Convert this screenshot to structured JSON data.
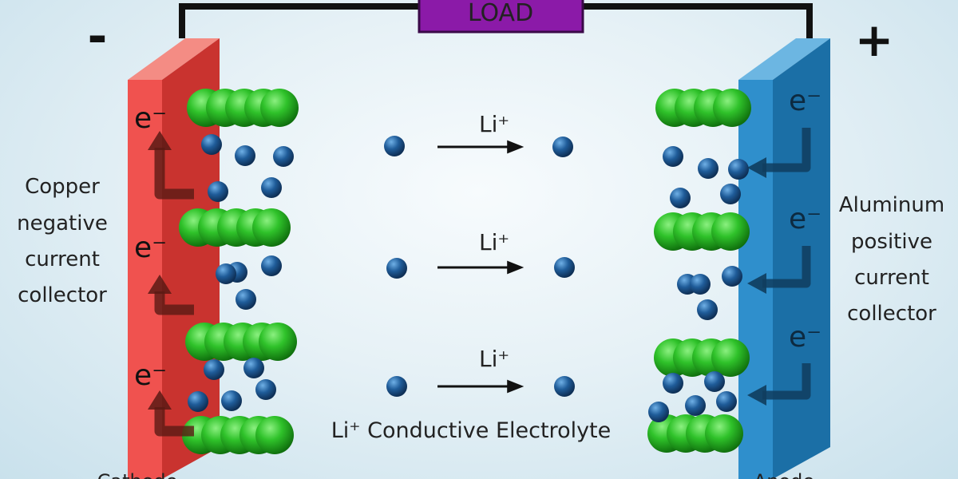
{
  "load_label": "LOAD",
  "terminals": {
    "negative": "-",
    "positive": "+"
  },
  "labels": {
    "copper": [
      "Copper",
      "negative",
      "current",
      "collector"
    ],
    "aluminum": [
      "Aluminum",
      "positive",
      "current",
      "collector"
    ],
    "electrolyte": "Li⁺ Conductive Electrolyte",
    "anode_partial": "Cathode",
    "cathode_partial": "Anode"
  },
  "ion_label": "Li⁺",
  "electron_label": "e⁻",
  "colors": {
    "negative_plate": "#f0524f",
    "positive_plate": "#2f8fcc",
    "load_box": "#8b1aa8",
    "graphite": "#22b51e",
    "ion": "#1f5c99",
    "arrow": "#5a1a14"
  }
}
